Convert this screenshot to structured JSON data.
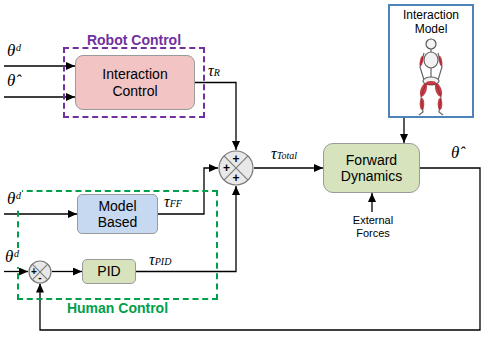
{
  "diagram": {
    "nodes": [
      {
        "text": [
          "Robot Control"
        ]
      },
      {
        "text": [
          "Interaction Control"
        ],
        "in": 0
      },
      {
        "text": [
          "Interaction Model"
        ]
      },
      {
        "text": [
          "+",
          "+",
          "+"
        ]
      },
      {
        "text": [
          "Forward Dynamics"
        ]
      },
      {
        "text": [
          "Human Control"
        ]
      },
      {
        "text": [
          "Model Based"
        ],
        "in": 5
      },
      {
        "text": [
          "+",
          "-"
        ],
        "in": 5
      },
      {
        "text": [
          "PID"
        ],
        "in": 5
      }
    ],
    "edges": [
      {
        "from": 1,
        "to": 3,
        "label": "τR",
        "arrow": "to"
      },
      {
        "from": 6,
        "to": 3,
        "label": "τFF",
        "arrow": "to"
      },
      {
        "from": 8,
        "to": 3,
        "label": "τPID",
        "arrow": "to"
      },
      {
        "from": 3,
        "to": 4,
        "label": "τTotal",
        "arrow": "to"
      },
      {
        "from": 2,
        "to": 4,
        "arrow": "to"
      },
      {
        "from": 7,
        "to": 8,
        "arrow": "to"
      },
      {
        "from": 4,
        "to": 7,
        "label": "θ̂",
        "arrow": "to"
      }
    ],
    "labels": [
      "θᵈ",
      "θ̂",
      "θᵈ",
      "θᵈ",
      "External Forces"
    ]
  }
}
